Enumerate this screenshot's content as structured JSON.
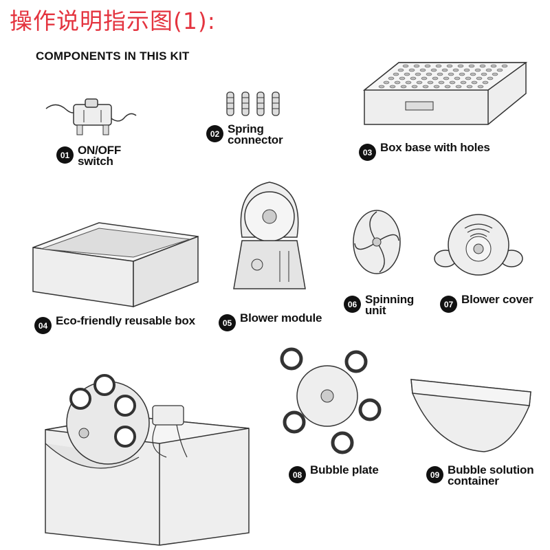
{
  "title": "操作说明指示图(1):",
  "heading": "COMPONENTS IN THIS KIT",
  "colors": {
    "title": "#e4343f",
    "ink": "#111111",
    "part_fill": "#eeeeee",
    "part_stroke": "#333333"
  },
  "parts": [
    {
      "number": "01",
      "name": "ON/OFF\nswitch"
    },
    {
      "number": "02",
      "name": "Spring\nconnector"
    },
    {
      "number": "03",
      "name": "Box base with holes"
    },
    {
      "number": "04",
      "name": "Eco-friendly reusable box"
    },
    {
      "number": "05",
      "name": "Blower module"
    },
    {
      "number": "06",
      "name": "Spinning\nunit"
    },
    {
      "number": "07",
      "name": "Blower cover"
    },
    {
      "number": "08",
      "name": "Bubble plate"
    },
    {
      "number": "09",
      "name": "Bubble solution\ncontainer"
    }
  ]
}
